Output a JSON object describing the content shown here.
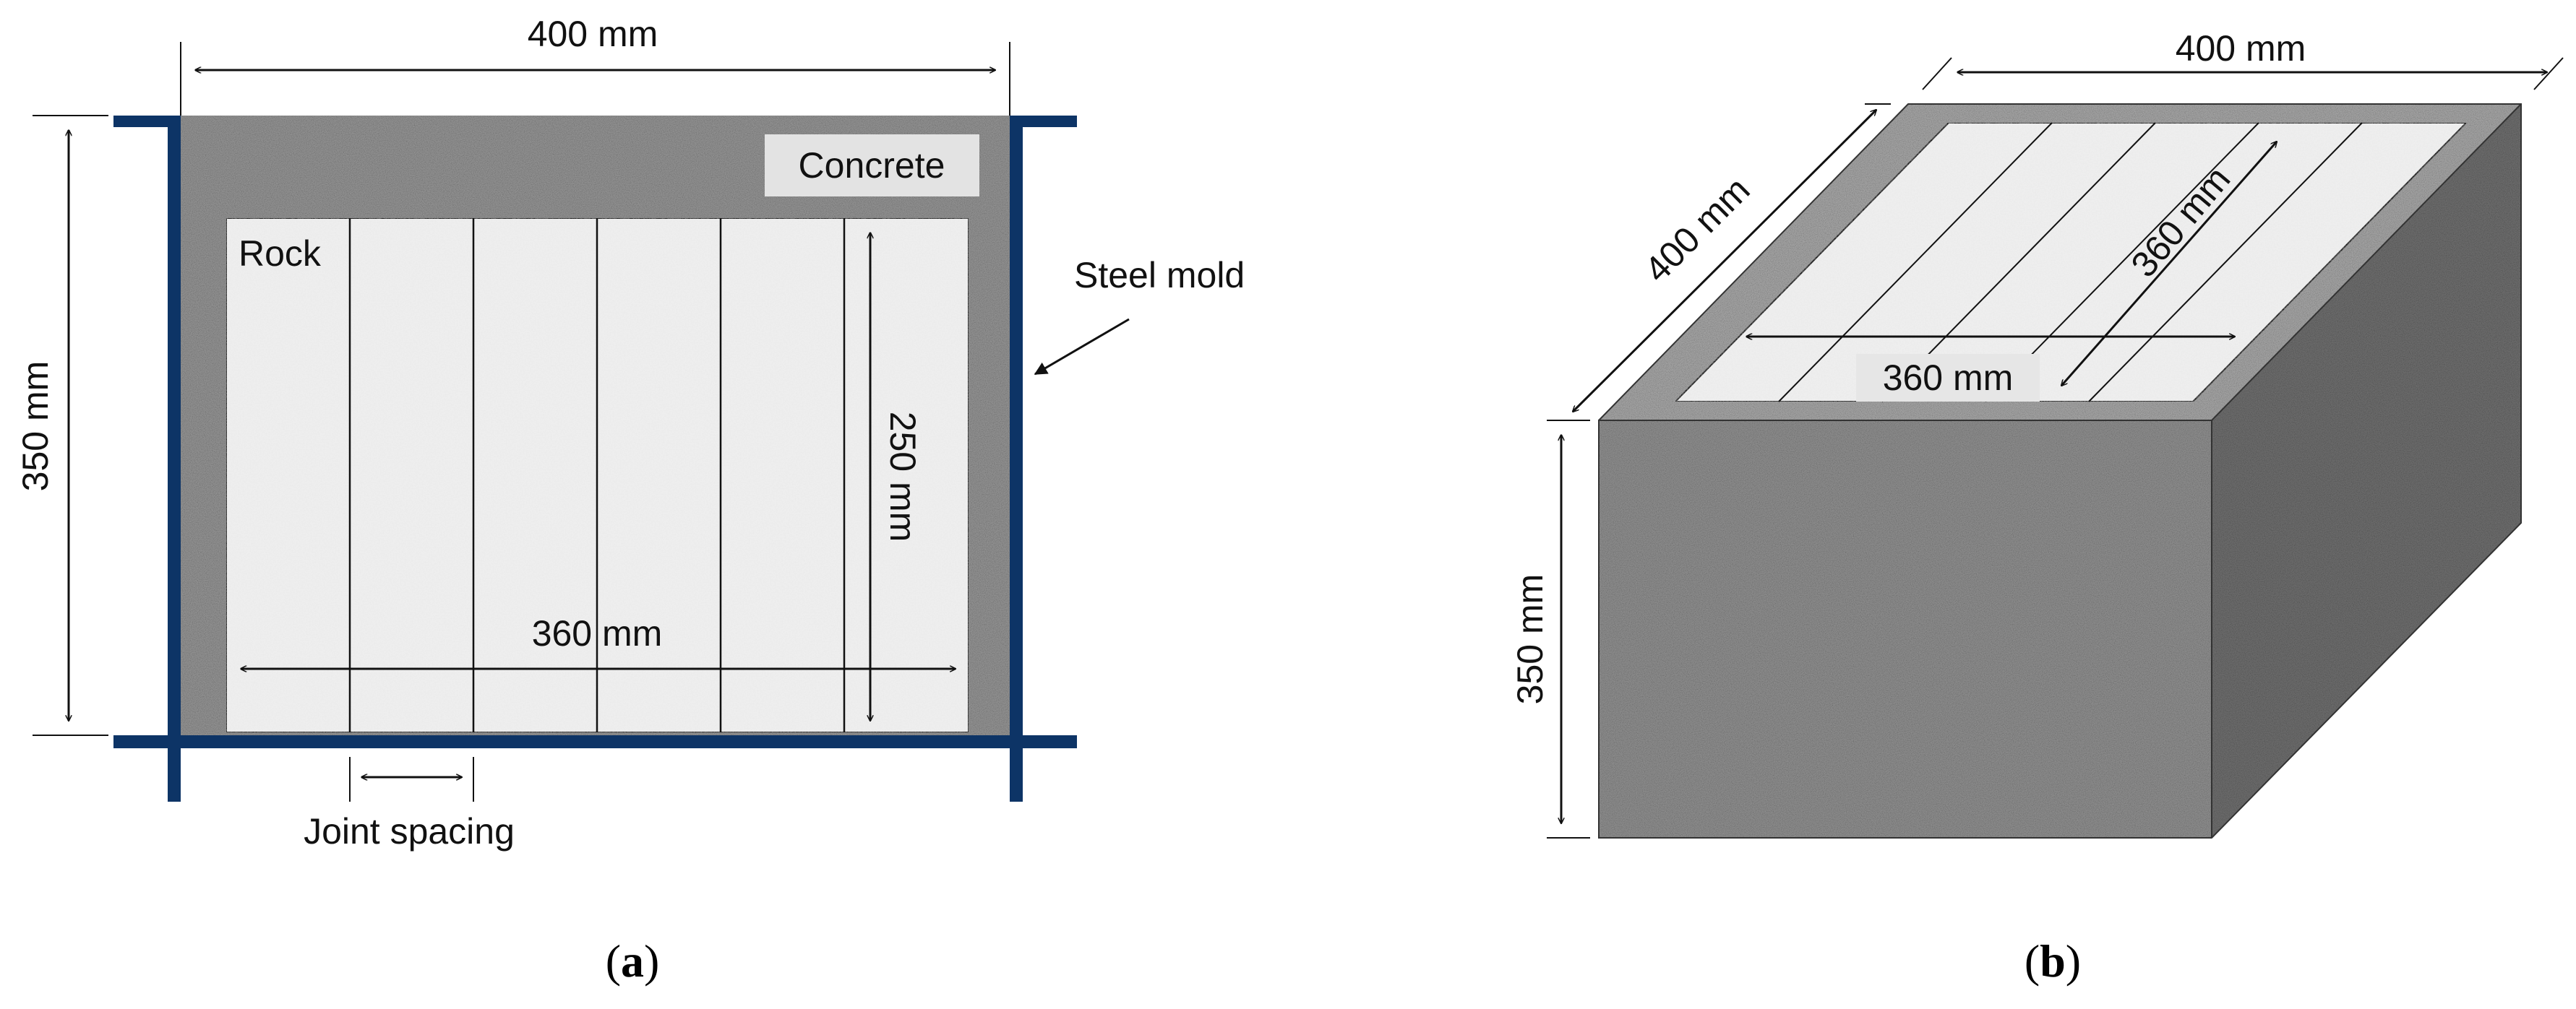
{
  "panel_a": {
    "width_label": "400 mm",
    "height_label": "350 mm",
    "concrete_label": "Concrete",
    "rock_label": "Rock",
    "steel_label": "Steel mold",
    "rock_height_label": "250 mm",
    "rock_width_label": "360 mm",
    "joint_label": "Joint spacing",
    "caption": {
      "open": "(",
      "letter": "a",
      "close": ")"
    }
  },
  "panel_b": {
    "depth_label": "400 mm",
    "width_label": "400 mm",
    "height_label": "350 mm",
    "rock_diag_label": "360 mm",
    "rock_horiz_label": "360 mm",
    "caption": {
      "open": "(",
      "letter": "b",
      "close": ")"
    }
  },
  "colors": {
    "steel": "#0d3466",
    "concrete": "#8f8f8f",
    "rock": "#eeeeee",
    "box_front": "#8a8a8a",
    "box_side": "#6b6b6b",
    "box_top_rim": "#a0a0a0"
  }
}
